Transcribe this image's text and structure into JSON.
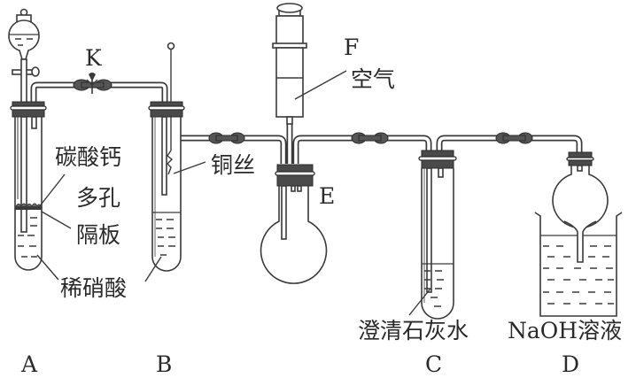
{
  "diagram": {
    "title": "Experimental apparatus: nitric acid with calcium carbonate and copper wire",
    "apparatus": [
      {
        "id": "A",
        "label": "A",
        "description": "test tube with separatory funnel, porous plate holding calcium carbonate, dilute nitric acid"
      },
      {
        "id": "B",
        "label": "B",
        "description": "test tube with movable copper wire, dilute nitric acid"
      },
      {
        "id": "C",
        "label": "C",
        "description": "test tube with clear limewater"
      },
      {
        "id": "D",
        "label": "D",
        "description": "inverted flask over beaker of NaOH solution"
      },
      {
        "id": "E",
        "label": "E",
        "description": "round-bottom flask"
      },
      {
        "id": "F",
        "label": "F",
        "description": "syringe containing air"
      }
    ],
    "labels": {
      "valve_k": "K",
      "syringe_f": "F",
      "flask_e": "E",
      "air": "空气",
      "calcium_carbonate": "碳酸钙",
      "porous": "多孔",
      "plate": "隔板",
      "dilute_nitric_acid": "稀硝酸",
      "copper_wire": "铜丝",
      "limewater": "澄清石灰水",
      "naoh_solution": "NaOH溶液",
      "letter_a": "A",
      "letter_b": "B",
      "letter_c": "C",
      "letter_d": "D"
    }
  }
}
